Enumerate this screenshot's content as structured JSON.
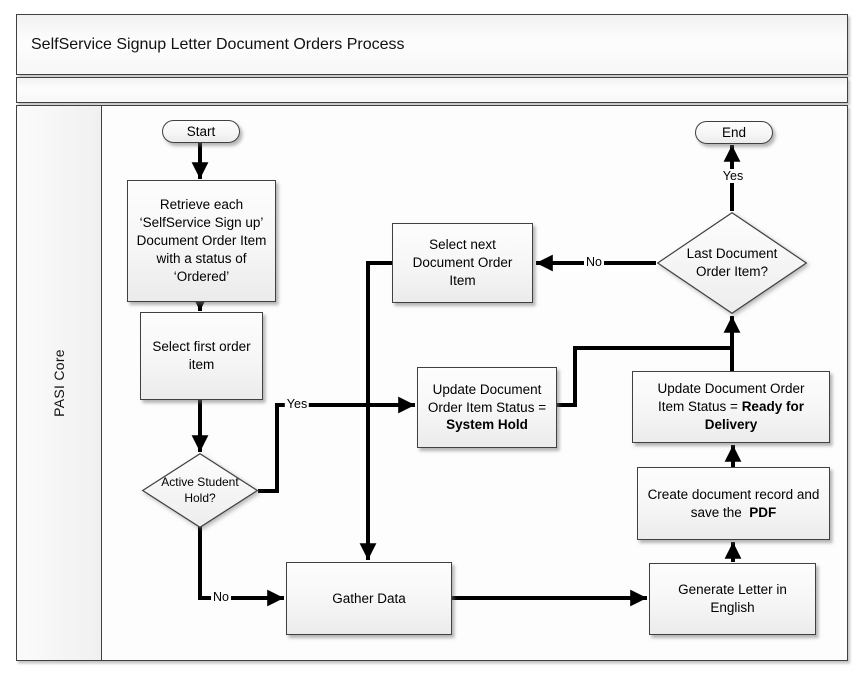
{
  "header": {
    "title": "SelfService Signup Letter Document Orders Process"
  },
  "lane": {
    "label": "PASI Core"
  },
  "nodes": {
    "start": {
      "label": "Start"
    },
    "retrieve": {
      "text": "Retrieve each ‘SelfService Sign up’ Document Order Item with a status of ‘Ordered’"
    },
    "select_first": {
      "text": "Select first order item"
    },
    "active_hold": {
      "text": "Active Student Hold?"
    },
    "gather_data": {
      "text": "Gather Data"
    },
    "system_hold": {
      "text": "Update Document Order Item Status = ",
      "bold": "System Hold"
    },
    "select_next": {
      "text": "Select next Document Order Item"
    },
    "last_item": {
      "text": "Last Document Order Item?"
    },
    "end": {
      "label": "End"
    },
    "ready_delivery": {
      "text": "Update Document Order Item Status = ",
      "bold": "Ready for Delivery"
    },
    "create_doc": {
      "text": "Create document record and save the  ",
      "bold": "PDF"
    },
    "generate_letter": {
      "text": "Generate Letter in English"
    }
  },
  "edge_labels": {
    "yes_active_hold": "Yes",
    "no_active_hold": "No",
    "no_last_item": "No",
    "yes_last_item": "Yes"
  },
  "colors": {
    "shape_border": "#404040",
    "connector": "#000000",
    "fill_top": "#fdfdfd",
    "fill_bottom": "#ebebeb"
  }
}
